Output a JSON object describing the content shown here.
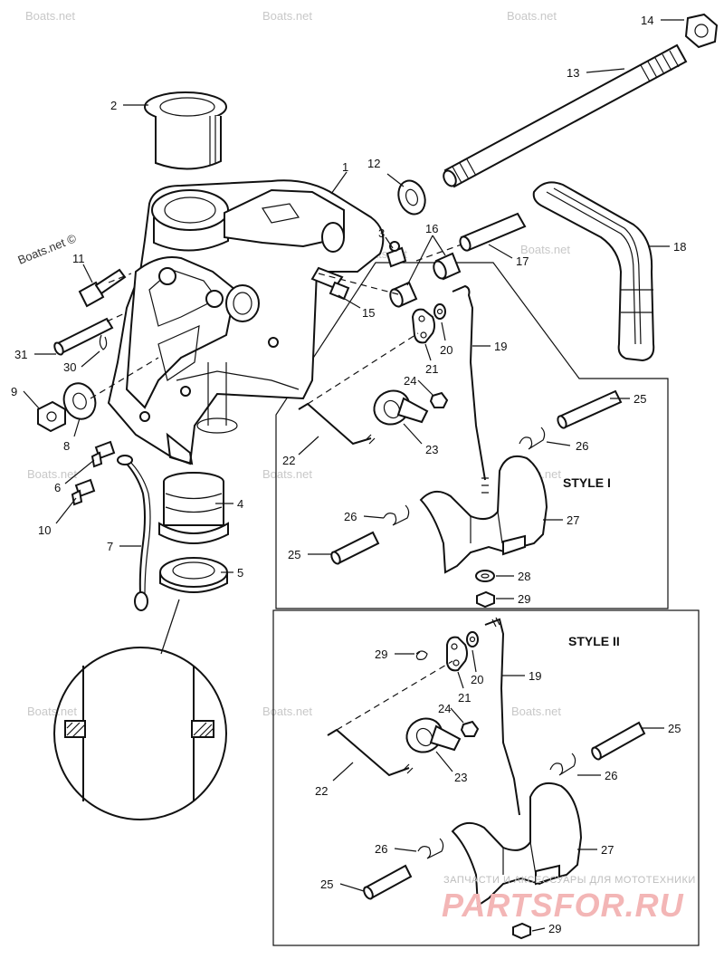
{
  "labels": [
    "1",
    "2",
    "3",
    "4",
    "5",
    "6",
    "7",
    "8",
    "9",
    "10",
    "11",
    "12",
    "13",
    "14",
    "15",
    "16",
    "17",
    "18",
    "19",
    "20",
    "21",
    "22",
    "23",
    "24",
    "25",
    "26",
    "27",
    "28",
    "29",
    "30",
    "31"
  ],
  "style_labels": {
    "style1": "STYLE I",
    "style2": "STYLE II"
  },
  "watermark": "Boats.net",
  "watermark_credit": "Boats.net ©",
  "brand": {
    "subtitle": "ЗАПЧАСТИ И АКСЕССУАРЫ ДЛЯ МОТОТЕХНИКИ",
    "logo_text": "PARTSFOR.RU"
  }
}
